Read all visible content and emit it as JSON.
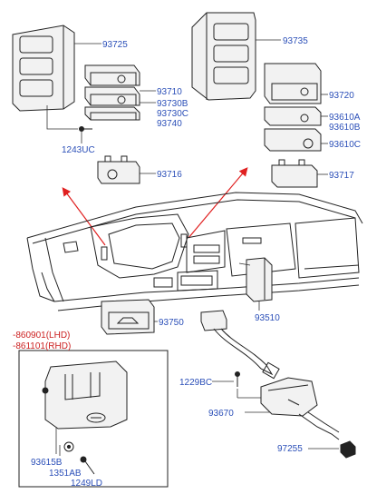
{
  "colors": {
    "label": "#2b4fb8",
    "red_label": "#cc2020",
    "arrow": "#e02020",
    "line": "#222222"
  },
  "labels": {
    "p93725": "93725",
    "p93735": "93735",
    "p93710": "93710",
    "p93730b": "93730B",
    "p93730c": "93730C",
    "p93740": "93740",
    "p93720": "93720",
    "p93610a": "93610A",
    "p93610b": "93610B",
    "p93610c": "93610C",
    "p1243uc": "1243UC",
    "p93716": "93716",
    "p93717": "93717",
    "p93750": "93750",
    "p93510": "93510",
    "p860901": "-860901(LHD)",
    "p861101": "-861101(RHD)",
    "p1229bc": "1229BC",
    "p93670": "93670",
    "p97255": "97255",
    "p93615b": "93615B",
    "p1351ab": "1351AB",
    "p1249ld": "1249LD"
  }
}
